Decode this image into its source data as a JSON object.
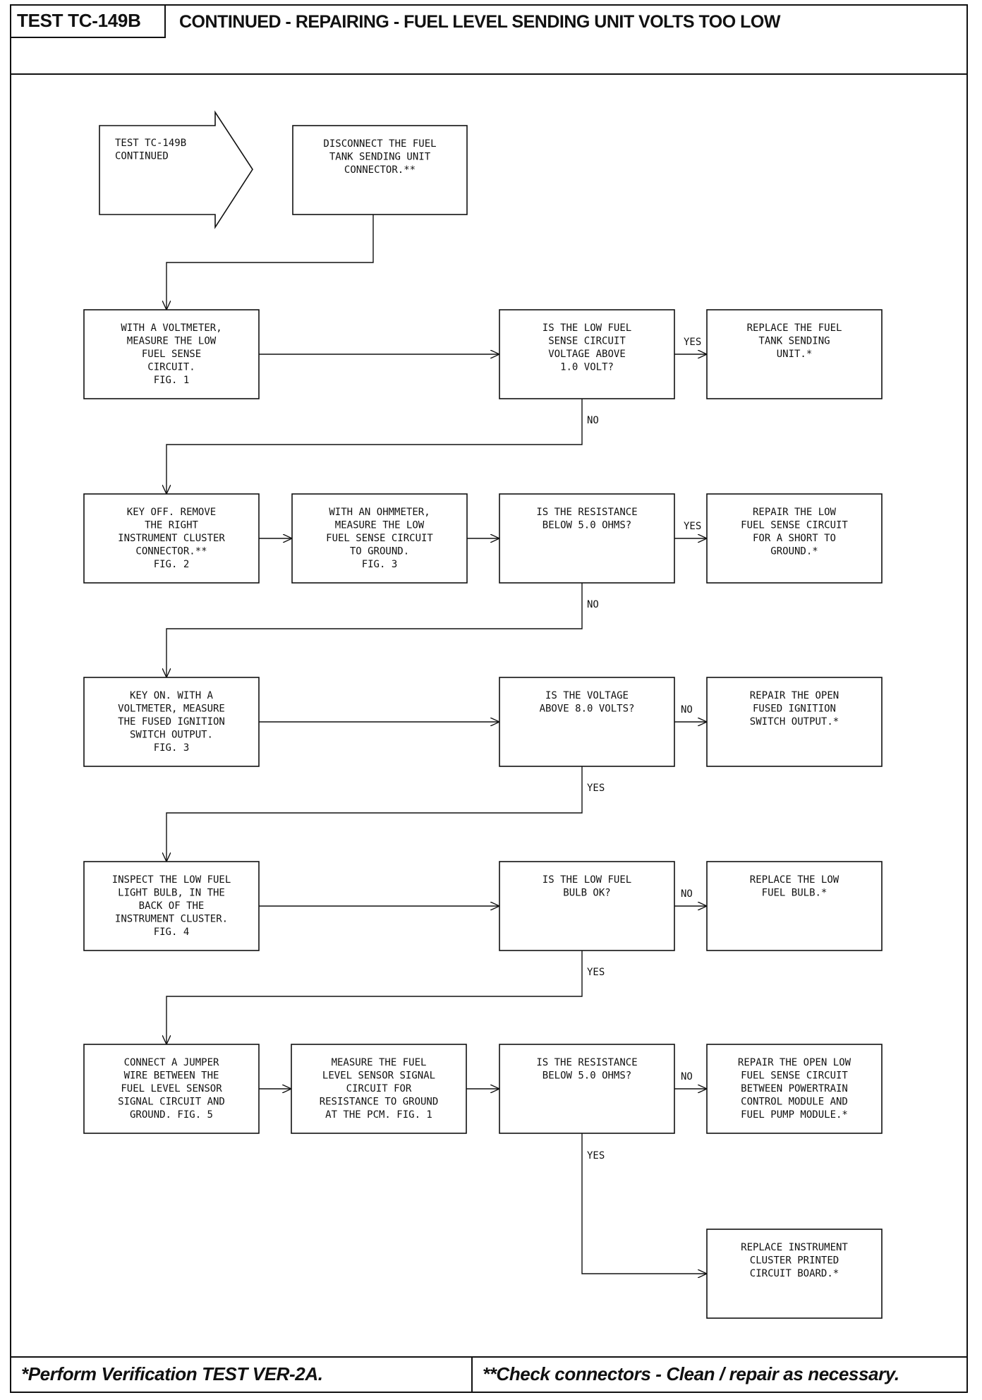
{
  "header": {
    "test_id": "TEST TC-149B",
    "title": "CONTINUED - REPAIRING - FUEL LEVEL SENDING UNIT VOLTS TOO LOW"
  },
  "footer": {
    "left_note": "*Perform Verification TEST VER-2A.",
    "right_note": "**Check connectors - Clean / repair as necessary."
  },
  "nodes": {
    "start": [
      "TEST TC-149B",
      "CONTINUED"
    ],
    "disconnect": [
      "DISCONNECT THE FUEL",
      "TANK SENDING UNIT",
      "CONNECTOR.**"
    ],
    "measure_low_fuel_sense": [
      "WITH A VOLTMETER,",
      "MEASURE THE LOW",
      "FUEL SENSE",
      "CIRCUIT.",
      "FIG. 1"
    ],
    "q_voltage_above_1": [
      "IS THE LOW FUEL",
      "SENSE CIRCUIT",
      "VOLTAGE ABOVE",
      "1.0 VOLT?"
    ],
    "replace_sending_unit": [
      "REPLACE THE FUEL",
      "TANK SENDING",
      "UNIT.*"
    ],
    "key_off_remove_connector": [
      "KEY OFF. REMOVE",
      "THE RIGHT",
      "INSTRUMENT CLUSTER",
      "CONNECTOR.**",
      "FIG. 2"
    ],
    "ohmmeter_measure": [
      "WITH AN OHMMETER,",
      "MEASURE THE LOW",
      "FUEL SENSE CIRCUIT",
      "TO GROUND.",
      "FIG. 3"
    ],
    "q_resistance_below_5_a": [
      "IS THE RESISTANCE",
      "BELOW 5.0 OHMS?"
    ],
    "repair_short_to_ground": [
      "REPAIR THE LOW",
      "FUEL SENSE CIRCUIT",
      "FOR A SHORT TO",
      "GROUND.*"
    ],
    "key_on_measure": [
      "KEY ON. WITH A",
      "VOLTMETER, MEASURE",
      "THE FUSED IGNITION",
      "SWITCH OUTPUT.",
      "FIG. 3"
    ],
    "q_voltage_above_8": [
      "IS THE VOLTAGE",
      "ABOVE 8.0 VOLTS?"
    ],
    "repair_open_ignition": [
      "REPAIR THE OPEN",
      "FUSED IGNITION",
      "SWITCH OUTPUT.*"
    ],
    "inspect_bulb": [
      "INSPECT THE LOW FUEL",
      "LIGHT BULB, IN THE",
      "BACK OF THE",
      "INSTRUMENT CLUSTER.",
      "FIG. 4"
    ],
    "q_bulb_ok": [
      "IS THE LOW FUEL",
      "BULB OK?"
    ],
    "replace_bulb": [
      "REPLACE THE LOW",
      "FUEL BULB.*"
    ],
    "connect_jumper": [
      "CONNECT A JUMPER",
      "WIRE BETWEEN THE",
      "FUEL LEVEL SENSOR",
      "SIGNAL CIRCUIT AND",
      "GROUND.   FIG. 5"
    ],
    "measure_pcm": [
      "MEASURE THE FUEL",
      "LEVEL SENSOR SIGNAL",
      "CIRCUIT FOR",
      "RESISTANCE TO GROUND",
      "AT THE PCM.   FIG. 1"
    ],
    "q_resistance_below_5_b": [
      "IS THE RESISTANCE",
      "BELOW 5.0 OHMS?"
    ],
    "repair_open_low_fuel": [
      "REPAIR THE OPEN LOW",
      "FUEL SENSE CIRCUIT",
      "BETWEEN POWERTRAIN",
      "CONTROL MODULE AND",
      "FUEL PUMP MODULE.*"
    ],
    "replace_pcb": [
      "REPLACE INSTRUMENT",
      "CLUSTER PRINTED",
      "CIRCUIT BOARD.*"
    ]
  },
  "edge_labels": {
    "yes_1": "YES",
    "no_1": "NO",
    "yes_2": "YES",
    "no_2": "NO",
    "no_3": "NO",
    "yes_3": "YES",
    "no_4": "NO",
    "yes_4": "YES",
    "no_5": "NO",
    "yes_5": "YES"
  }
}
